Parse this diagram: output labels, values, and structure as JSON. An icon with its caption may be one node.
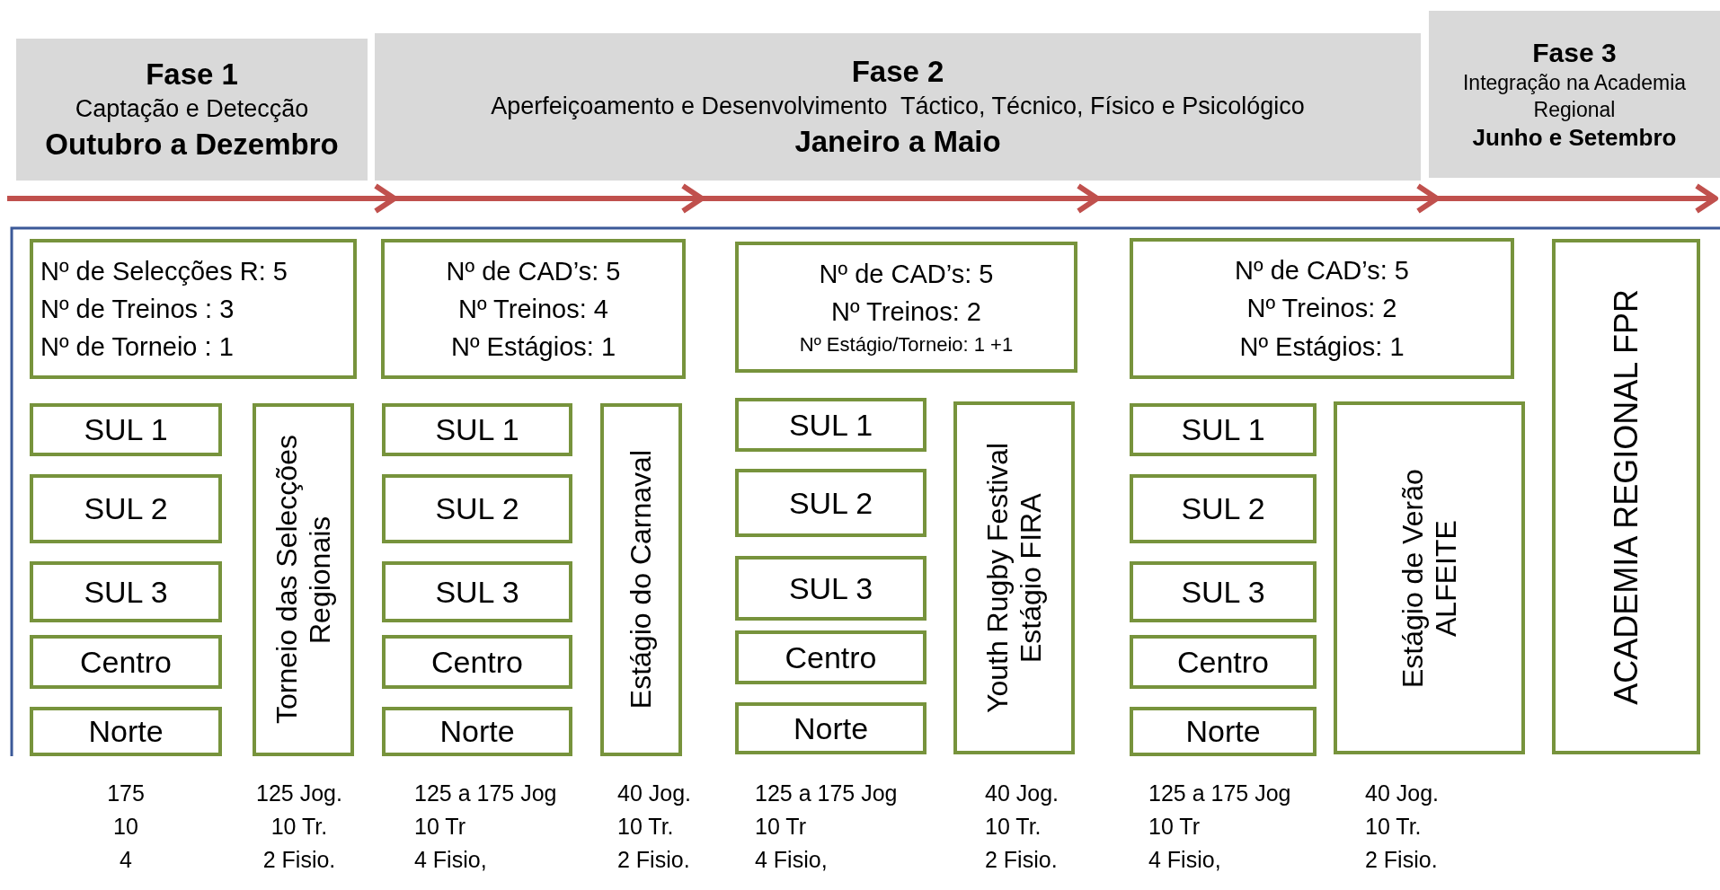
{
  "diagram": {
    "nodes": [
      {
        "text": [
          "Fase 1",
          "Captação e Detecção",
          "Outubro a Dezembro"
        ]
      },
      {
        "text": [
          "Fase 2",
          "Aperfeiçoamento e Desenvolvimento  Táctico, Técnico, Físico e Psicológico",
          "Janeiro a Maio"
        ]
      },
      {
        "text": [
          "Fase 3",
          "Integração na Academia Regional",
          "Junho e Setembro"
        ]
      },
      {
        "text": [
          "Nº de Selecções R: 5",
          "Nº de Treinos : 3",
          "Nº de Torneio : 1"
        ]
      },
      {
        "text": [
          "SUL 1"
        ]
      },
      {
        "text": [
          "SUL 2"
        ]
      },
      {
        "text": [
          "SUL 3"
        ]
      },
      {
        "text": [
          "Centro"
        ]
      },
      {
        "text": [
          "Norte"
        ],
        "beside": [
          "175",
          "10",
          "4"
        ]
      },
      {
        "text": [
          "Torneio das Selecções Regionais"
        ],
        "beside": [
          "125 Jog.",
          "10 Tr.",
          "2 Fisio."
        ]
      },
      {
        "text": [
          "Nº  de CAD’s: 5",
          "Nº Treinos: 4",
          "Nº Estágios: 1"
        ]
      },
      {
        "text": [
          "SUL 1"
        ]
      },
      {
        "text": [
          "SUL 2"
        ]
      },
      {
        "text": [
          "SUL 3"
        ]
      },
      {
        "text": [
          "Centro"
        ]
      },
      {
        "text": [
          "Norte"
        ],
        "beside": [
          "125 a 175 Jog",
          "10 Tr",
          "4 Fisio,"
        ]
      },
      {
        "text": [
          "Estágio do Carnaval"
        ],
        "beside": [
          "40 Jog.",
          "10 Tr.",
          "2 Fisio."
        ]
      },
      {
        "text": [
          "Nº de CAD’s: 5",
          "Nº Treinos: 2",
          "Nº Estágio/Torneio: 1 +1"
        ]
      },
      {
        "text": [
          "SUL 1"
        ]
      },
      {
        "text": [
          "SUL 2"
        ]
      },
      {
        "text": [
          "SUL 3"
        ]
      },
      {
        "text": [
          "Centro"
        ]
      },
      {
        "text": [
          "Norte"
        ],
        "beside": [
          "125 a 175 Jog",
          "10 Tr",
          "4 Fisio,"
        ]
      },
      {
        "text": [
          "Youth Rugby Festival Estágio FIRA"
        ],
        "beside": [
          "40 Jog.",
          "10 Tr.",
          "2 Fisio."
        ]
      },
      {
        "text": [
          "Nº de CAD’s: 5",
          "Nº Treinos: 2",
          "Nº Estágios: 1"
        ]
      },
      {
        "text": [
          "SUL 1"
        ]
      },
      {
        "text": [
          "SUL 2"
        ]
      },
      {
        "text": [
          "SUL 3"
        ]
      },
      {
        "text": [
          "Centro"
        ]
      },
      {
        "text": [
          "Norte"
        ],
        "beside": [
          "125 a 175 Jog",
          "10 Tr",
          "4 Fisio,"
        ]
      },
      {
        "text": [
          "Estágio de Verão ALFEITE"
        ],
        "beside": [
          "40 Jog.",
          "10 Tr.",
          "2 Fisio."
        ]
      },
      {
        "text": [
          "ACADEMIA REGIONAL FPR"
        ]
      }
    ]
  }
}
